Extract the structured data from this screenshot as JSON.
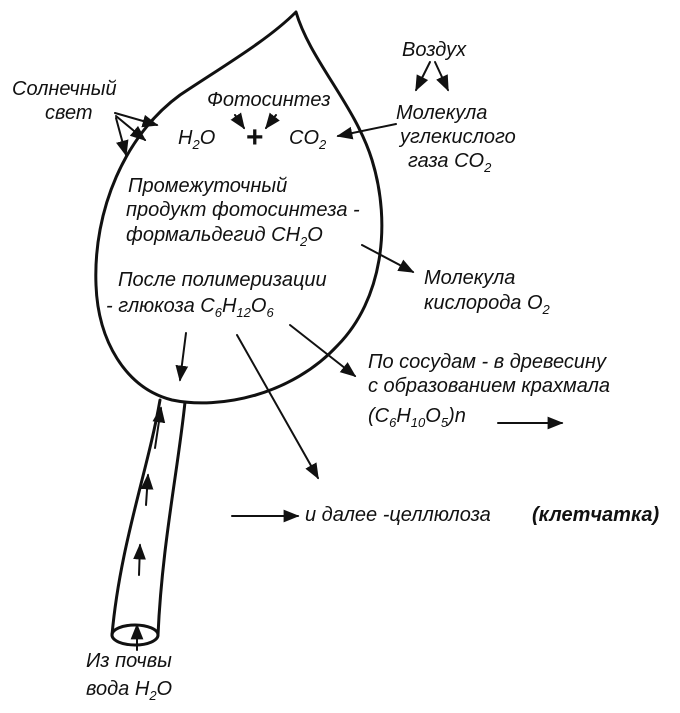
{
  "labels": {
    "air": "Воздух",
    "sunlight_1": "Солнечный",
    "sunlight_2": "свет",
    "photosynthesis": "Фотосинтез",
    "h2o_eq": "H2O",
    "plus": "+",
    "co2_eq": "CO2",
    "co2_mol_1": "Молекула",
    "co2_mol_2": "углекислого",
    "co2_mol_3": "газа CO2",
    "intermediate_1": "Промежуточный",
    "intermediate_2": "продукт фотосинтеза -",
    "intermediate_3": "формальдегид CH2O",
    "o2_1": "Молекула",
    "o2_2": "кислорода O2",
    "polymer_1": "После полимеризации",
    "polymer_2": "- глюкоза C6H12O6",
    "vessels_1": "По сосудам - в древесину",
    "vessels_2": "с образованием крахмала",
    "starch": "(C6H10O5)n",
    "cellulose_a": "и далее -целлюлоза",
    "cellulose_b": "(клетчатка)",
    "soil_1": "Из почвы",
    "soil_2": "вода H2O"
  }
}
